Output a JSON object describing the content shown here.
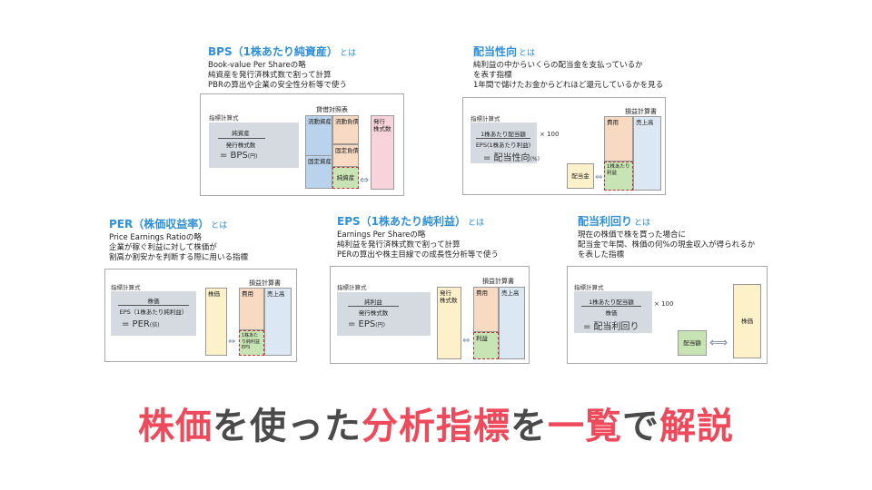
{
  "bps": {
    "title": "BPS（1株あたり純資産）",
    "title_suffix": "とは",
    "desc": [
      "Book-value Per Shareの略",
      "純資産を発行済株式数で割って計算",
      "PBRの算出や企業の安全性分析等で使う"
    ],
    "formula_label": "指標計算式",
    "numerator": "純資産",
    "denominator": "発行株式数",
    "result": "= BPS",
    "unit": "(円)",
    "chart_title": "貸借対照表",
    "blocks": {
      "current_assets": "流動資産",
      "current_liabilities": "流動負債",
      "fixed_liabilities": "固定負債",
      "fixed_assets": "固定資産",
      "net_assets": "純資産",
      "shares": "発行\n株式数"
    }
  },
  "payout": {
    "title": "配当性向",
    "title_suffix": "とは",
    "desc": [
      "純利益の中からいくらの配当金を支払っているか",
      "を表す指標",
      "1年間で儲けたお金からどれほど還元しているかを見る"
    ],
    "formula_label": "指標計算式",
    "numerator": "1株あたり配当額",
    "denominator": "EPS(1株あたり利益)",
    "times": "× 100",
    "result": "= 配当性向",
    "unit": "(%)",
    "chart_title": "損益計算書",
    "blocks": {
      "cost": "費用",
      "sales": "売上高",
      "dividend": "配当金",
      "profit": "1株あたり\n利益"
    }
  },
  "per": {
    "title": "PER（株価収益率）",
    "title_suffix": "とは",
    "desc": [
      "Price Earnings Ratioの略",
      "企業が稼ぐ利益に対して株価が",
      "割高か割安かを判断する際に用いる指標"
    ],
    "formula_label": "指標計算式",
    "numerator": "株価",
    "denominator": "EPS（1株あたり純利益）",
    "result": "= PER",
    "unit": "(倍)",
    "chart_title": "損益計算書",
    "blocks": {
      "price": "株価",
      "cost": "費用",
      "sales": "売上高",
      "eps": "1株あた\nり純利益\nEPS"
    }
  },
  "eps": {
    "title": "EPS（1株あたり純利益）",
    "title_suffix": "とは",
    "desc": [
      "Earnings Per Shareの略",
      "純利益を発行済株式数で割って計算",
      "PERの算出や株主目線での成長性分析等で使う"
    ],
    "formula_label": "指標計算式",
    "numerator": "純利益",
    "denominator": "発行株式数",
    "result": "= EPS",
    "unit": "(円)",
    "chart_title": "損益計算書",
    "blocks": {
      "shares": "発行\n株式数",
      "cost": "費用",
      "sales": "売上高",
      "profit": "利益"
    }
  },
  "yield": {
    "title": "配当利回り",
    "title_suffix": "とは",
    "desc": [
      "現在の株価で株を買った場合に",
      "配当金で年間、株価の何%の現金収入が得られるか",
      "を表した指標"
    ],
    "formula_label": "指標計算式",
    "numerator": "1株あたり配当額",
    "denominator": "株価",
    "times": "× 100",
    "result": "= 配当利回り",
    "blocks": {
      "dividend": "配当額",
      "price": "株価"
    }
  },
  "headline": {
    "part1": "株価",
    "part2": "を使った",
    "part3": "分析指標",
    "part4": "を",
    "part5": "一覧",
    "part6": "で",
    "part7": "解説"
  },
  "colors": {
    "title_blue": "#2f8fd8",
    "headline_red": "#ee4a5b",
    "headline_gray": "#4a4a4a"
  }
}
